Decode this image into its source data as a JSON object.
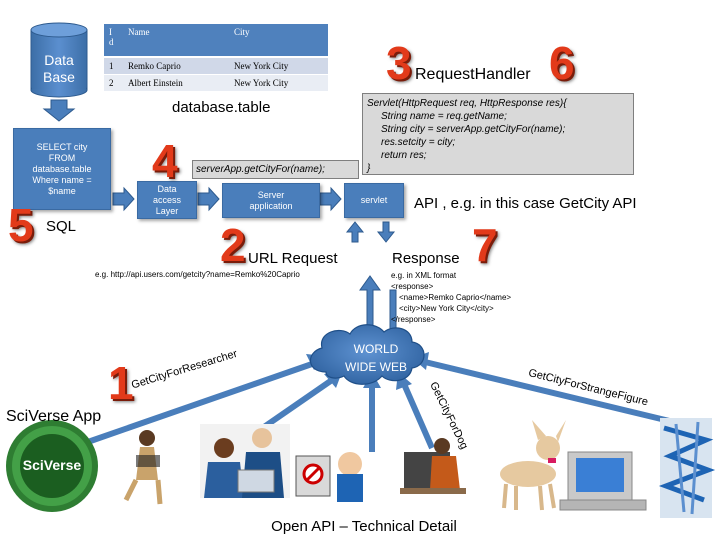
{
  "database": {
    "line1": "Data",
    "line2": "Base"
  },
  "table": {
    "headers": [
      "I\nd",
      "Name",
      "City"
    ],
    "rows": [
      [
        "1",
        "Remko Caprio",
        "New York City"
      ],
      [
        "2",
        "Albert Einstein",
        "New York City"
      ]
    ],
    "caption": "database.table"
  },
  "sql_box": {
    "lines": [
      "SELECT city",
      "FROM",
      "database.table",
      "Where name =",
      "$name"
    ]
  },
  "sql_label": "SQL",
  "steps": {
    "one": "1",
    "two": "2",
    "three": "3",
    "four": "4",
    "five": "5",
    "six": "6",
    "seven": "7"
  },
  "layer_box": {
    "lines": [
      "Data",
      "access",
      "Layer"
    ]
  },
  "server_box": {
    "lines": [
      "Server",
      "application"
    ]
  },
  "servlet_box": {
    "label": "servlet"
  },
  "server_call": "serverApp.getCityFor(name);",
  "request_handler": "RequestHandler",
  "code": {
    "lines": [
      "Servlet(HttpRequest req, HttpResponse res){",
      "String name = req.getName;",
      "String city = serverApp.getCityFor(name);",
      "res.setcity = city;",
      "return res;",
      "}"
    ]
  },
  "api_label": "API , e.g. in this case GetCity API",
  "url_request": {
    "title": "URL Request",
    "example": "e.g. http://api.users.com/getcity?name=Remko%20Caprio"
  },
  "response": {
    "title": "Response",
    "lines": [
      "e.g. in XML format",
      "<response>",
      "<name>Remko Caprio</name>",
      "<city>New York City</city>",
      "</response>"
    ]
  },
  "web": {
    "line1": "WORLD",
    "line2": "WIDE WEB"
  },
  "calls": {
    "researcher": "GetCityForResearcher",
    "dog": "GetCityForDog",
    "strange": "GetCityForStrangeFigure"
  },
  "app_label": "SciVerse App",
  "logo_text": "SciVerse",
  "footer": "Open API – Technical Detail",
  "colors": {
    "box_blue": "#4a7ebb",
    "number_red": "#e23a1a",
    "table_header": "#4f81bd"
  }
}
